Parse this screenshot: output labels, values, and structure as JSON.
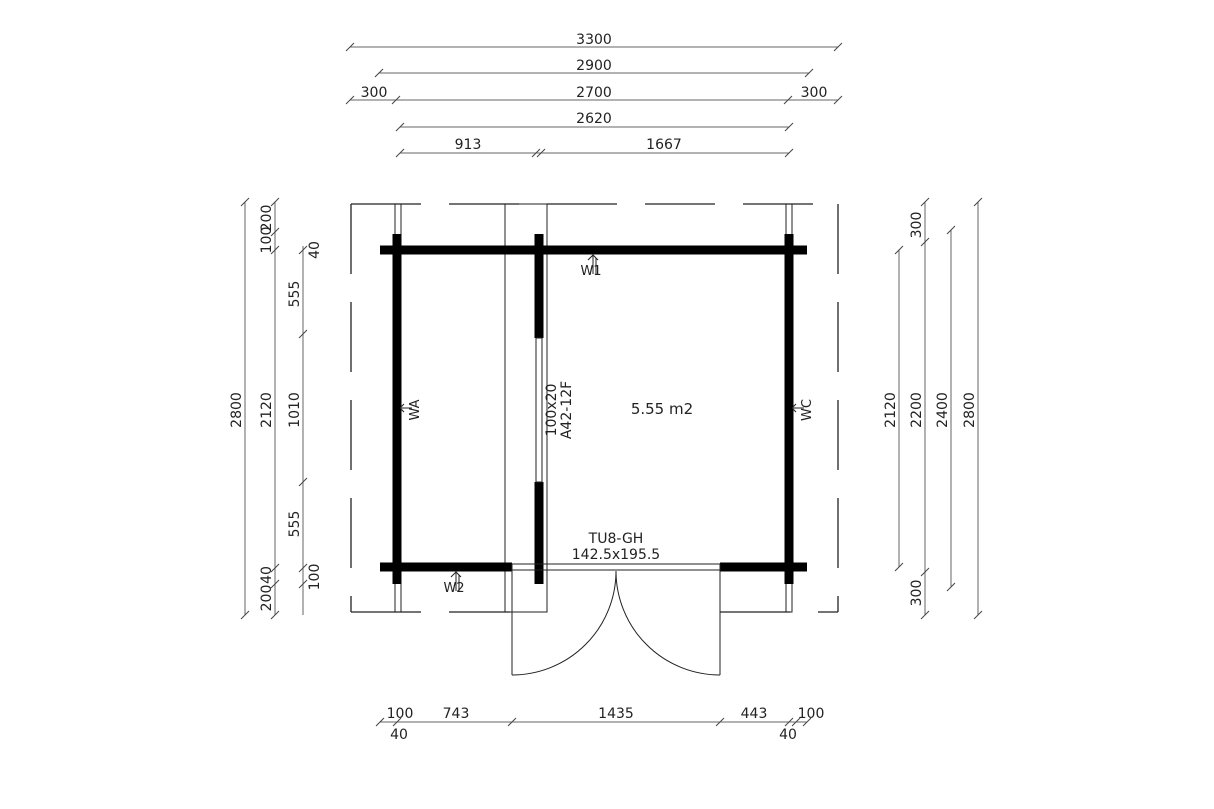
{
  "top_dims": {
    "d3300": "3300",
    "d2900": "2900",
    "d300_left": "300",
    "d2700": "2700",
    "d300_right": "300",
    "d2620": "2620",
    "d913": "913",
    "d1667": "1667"
  },
  "left_dims": {
    "d2800": "2800",
    "d2120": "2120",
    "d200_top": "200",
    "d100_top": "100",
    "d40_top": "40",
    "d555_top": "555",
    "d1010": "1010",
    "d555_bottom": "555",
    "d200_bottom": "200",
    "d40_bottom": "40",
    "d100_bottom": "100"
  },
  "right_dims": {
    "d300_top": "300",
    "d2120": "2120",
    "d2200": "2200",
    "d2400": "2400",
    "d2800": "2800",
    "d300_bottom": "300"
  },
  "bottom_dims": {
    "d100_left": "100",
    "d743": "743",
    "d1435": "1435",
    "d443": "443",
    "d100_right": "100",
    "d40_left": "40",
    "d40_right": "40"
  },
  "labels": {
    "area": "5.55 m2",
    "partition_size": "100x20",
    "partition_code": "A42-12F",
    "door_code": "TU8-GH",
    "door_size": "142.5x195.5",
    "wall_1": "W1",
    "wall_2": "W2",
    "wall_a": "WA",
    "wall_c": "WC"
  }
}
